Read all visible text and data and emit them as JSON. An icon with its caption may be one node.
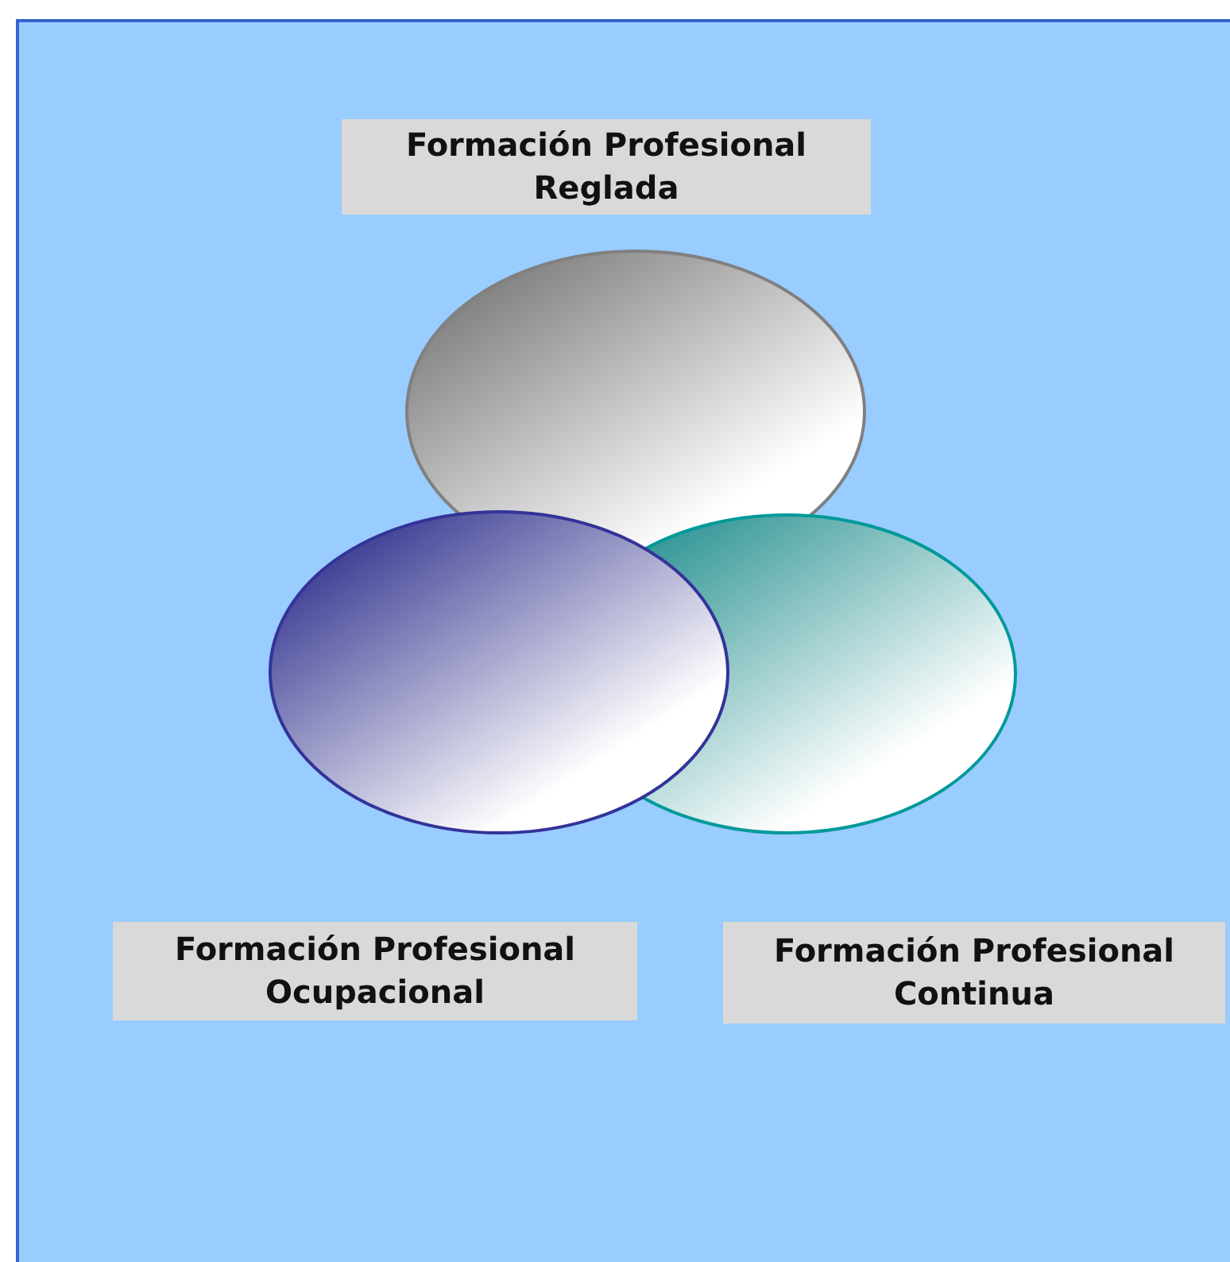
{
  "diagram": {
    "nodes": [
      {
        "text": [
          "Formación Profesional Reglada"
        ]
      },
      {
        "text": [],
        "shape": "circle"
      },
      {
        "text": [],
        "shape": "circle"
      },
      {
        "text": [],
        "shape": "circle"
      },
      {
        "text": [
          "Formación Profesional Ocupacional"
        ]
      },
      {
        "text": [
          "Formación Profesional Continua"
        ]
      }
    ],
    "edges": []
  }
}
